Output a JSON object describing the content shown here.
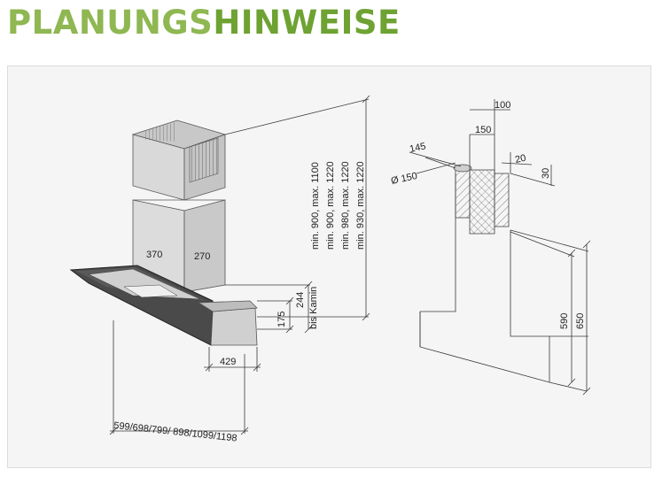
{
  "title": {
    "light": "PLANUNGS",
    "bold": "HINWEISE"
  },
  "colors": {
    "title_light": "#8fb752",
    "title_bold": "#6ea232",
    "chimney": "#d8d8d8",
    "glass": "#4a4a4a"
  },
  "left_drawing": {
    "chimney_width": "370",
    "chimney_depth": "270",
    "heights": [
      "min. 900, max. 1100",
      "min. 900, max. 1220",
      "min. 980, max. 1220",
      "min. 930, max. 1220"
    ],
    "height_244": "244",
    "bis_kamin": "bis Kamin",
    "height_175": "175",
    "depth_429": "429",
    "widths": "599/698/799/ 898/1099/1198"
  },
  "right_drawing": {
    "dim_100": "100",
    "dim_150": "150",
    "dim_145": "145",
    "dim_20": "20",
    "dim_30": "30",
    "diameter": "Ø 150",
    "dim_590": "590",
    "dim_650": "650"
  }
}
